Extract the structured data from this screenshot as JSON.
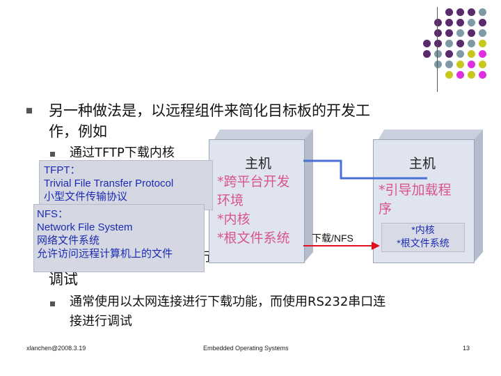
{
  "slide": {
    "bullet1_line1": "另一种做法是，以远程组件来简化目标板的开发工",
    "bullet1_line2": "作，例如",
    "sub1": "通过TFTP下载内核",
    "sub2_tail": "行",
    "bullet2_tail": "调试",
    "sub3_line1": "通常使用以太网连接进行下载功能，而使用RS232串口连",
    "sub3_line2": "接进行调试"
  },
  "host_box": {
    "title": "主机",
    "lines": [
      "*跨平台开发",
      "环境",
      "*内核",
      "*根文件系统"
    ]
  },
  "target_box": {
    "title": "主机",
    "lines": [
      "*引导加载程",
      "序"
    ],
    "inner_lines": [
      "*内核",
      "*根文件系统"
    ]
  },
  "arrow_label": "下载/NFS",
  "popup_tftp": {
    "lines": [
      "TFPT：",
      "Trivial File Transfer Protocol",
      "小型文件传输协议"
    ]
  },
  "popup_nfs": {
    "lines": [
      "NFS：",
      "Network File System",
      "网络文件系统",
      "允许访问远程计算机上的文件"
    ]
  },
  "footer": {
    "left": "xlanchen@2008.3.19",
    "center": "Embedded Operating Systems",
    "right": "13"
  },
  "colors": {
    "purple": "#5b2a6b",
    "gray": "#7f9aa5",
    "yellow": "#c6c91c",
    "magenta": "#e02fe0",
    "pink_text": "#d9538e",
    "blue_link": "#4a6fd6",
    "arrow_red": "#e01020"
  }
}
